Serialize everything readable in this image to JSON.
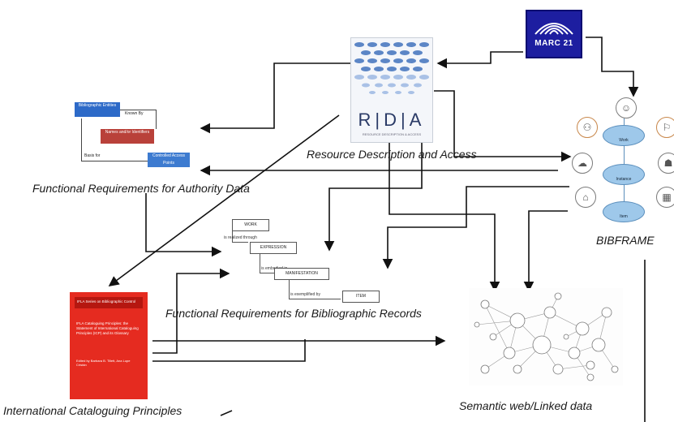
{
  "labels": {
    "rda": "Resource Description and Access",
    "frad": "Functional Requirements for Authority Data",
    "frbr": "Functional Requirements for Bibliographic Records",
    "icp": "International Cataloguing  Principles",
    "semantic": "Semantic web/Linked data",
    "bibframe": "BIBFRAME"
  },
  "marc": {
    "text": "MARC 21"
  },
  "rda_cover": {
    "letters": "R|D|A",
    "subtitle": "RESOURCE DESCRIPTION & ACCESS"
  },
  "frad_thumb": {
    "box1": "Bibliographic Entities",
    "rel1": "Known By",
    "box2": "Names and/or Identifiers",
    "rel2": "Basis for",
    "box3": "Controlled Access Points"
  },
  "frbr_thumb": {
    "box1": "WORK",
    "rel1": "is realized through",
    "box2": "EXPRESSION",
    "rel2": "is embodied in",
    "box3": "MANIFESTATION",
    "rel3": "is exemplified by",
    "box4": "ITEM"
  },
  "icp_cover": {
    "head": "IFLA Series on Bibliographic Control",
    "title": "IFLA Cataloguing Principles: the Statement of International Cataloguing Principles (ICP) and its Glossary",
    "editor": "Edited by Barbara B. Tillett, Ana Lupe Cristán"
  },
  "bibframe": {
    "work": "Work",
    "instance": "Instance",
    "item": "Item"
  },
  "colors": {
    "marc_blue": "#1d1ea0",
    "icp_red": "#e52b20",
    "bib_blue": "#9ec8ea",
    "frad_blue": "#2d6ac8",
    "frad_red": "#b9413a"
  }
}
